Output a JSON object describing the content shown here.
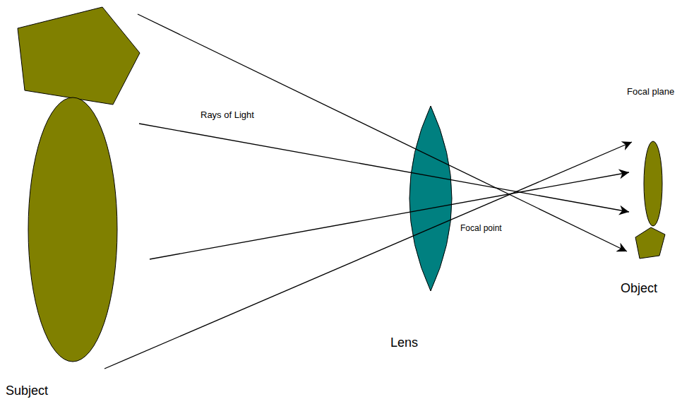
{
  "diagram": {
    "labels": [
      "Rays of Light",
      "Focal plane",
      "Focal point",
      "Object",
      "Lens",
      "Subject"
    ]
  }
}
